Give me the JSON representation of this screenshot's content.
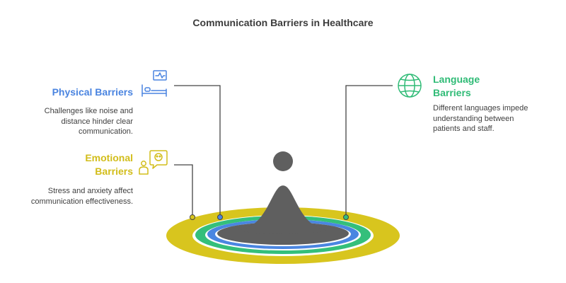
{
  "title": "Communication Barriers in Healthcare",
  "colors": {
    "physical": "#4a84e0",
    "emotional": "#d2bd1a",
    "language": "#2fbb76",
    "center": "#5f5f5f",
    "yellow_ring": "#d8c51e",
    "green_ring": "#34bf7b",
    "blue_ring": "#4a86e1"
  },
  "barriers": {
    "physical": {
      "heading": "Physical Barriers",
      "description": "Challenges like noise and distance hinder clear communication.",
      "icon": "hospital-bed-monitor-icon"
    },
    "emotional": {
      "heading": "Emotional Barriers",
      "description": "Stress and anxiety affect communication effectiveness.",
      "icon": "person-thought-bubble-icon"
    },
    "language": {
      "heading": "Language Barriers",
      "description": "Different languages impede understanding between patients and staff.",
      "icon": "globe-icon"
    }
  }
}
